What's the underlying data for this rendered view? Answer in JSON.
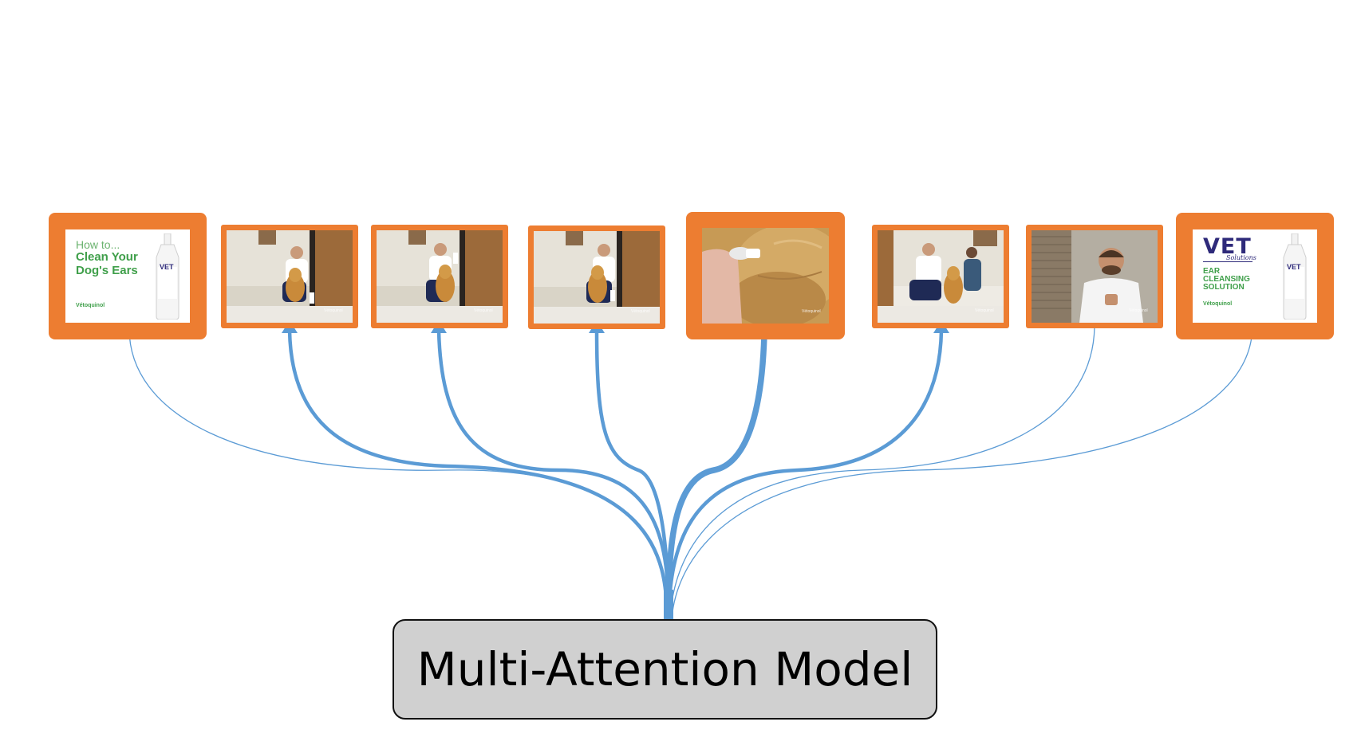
{
  "model": {
    "label": "Multi-Attention Model"
  },
  "colors": {
    "frame": "#ed7d31",
    "arrow": "#5b9bd5",
    "box_fill": "#d0d0d0"
  },
  "frames": [
    {
      "name": "title-card-frame",
      "content": "title-card",
      "weight": "thin"
    },
    {
      "name": "vet-kneeling-dog-frame-1",
      "content": "vet-dog",
      "weight": "medium"
    },
    {
      "name": "vet-kneeling-dog-frame-2",
      "content": "vet-dog",
      "weight": "medium"
    },
    {
      "name": "vet-kneeling-dog-frame-3",
      "content": "vet-dog",
      "weight": "medium"
    },
    {
      "name": "ear-cleaning-closeup-frame",
      "content": "closeup",
      "weight": "thick"
    },
    {
      "name": "vet-and-assistant-frame",
      "content": "vet-assistant",
      "weight": "medium"
    },
    {
      "name": "vet-talking-frame",
      "content": "vet-talking",
      "weight": "thin"
    },
    {
      "name": "product-card-frame",
      "content": "product-card",
      "weight": "thin"
    }
  ],
  "title_card": {
    "line1": "How to...",
    "line2": "Clean Your",
    "line3": "Dog's Ears",
    "brand": "Vétoquinol",
    "bottle_label": "VET"
  },
  "product_card": {
    "logo": "VET",
    "logo_sub": "Solutions",
    "line1": "EAR",
    "line2": "CLEANSING",
    "line3": "SOLUTION",
    "brand": "Vétoquinol",
    "bottle_label": "VET"
  },
  "watermark": "Vétoquinol"
}
